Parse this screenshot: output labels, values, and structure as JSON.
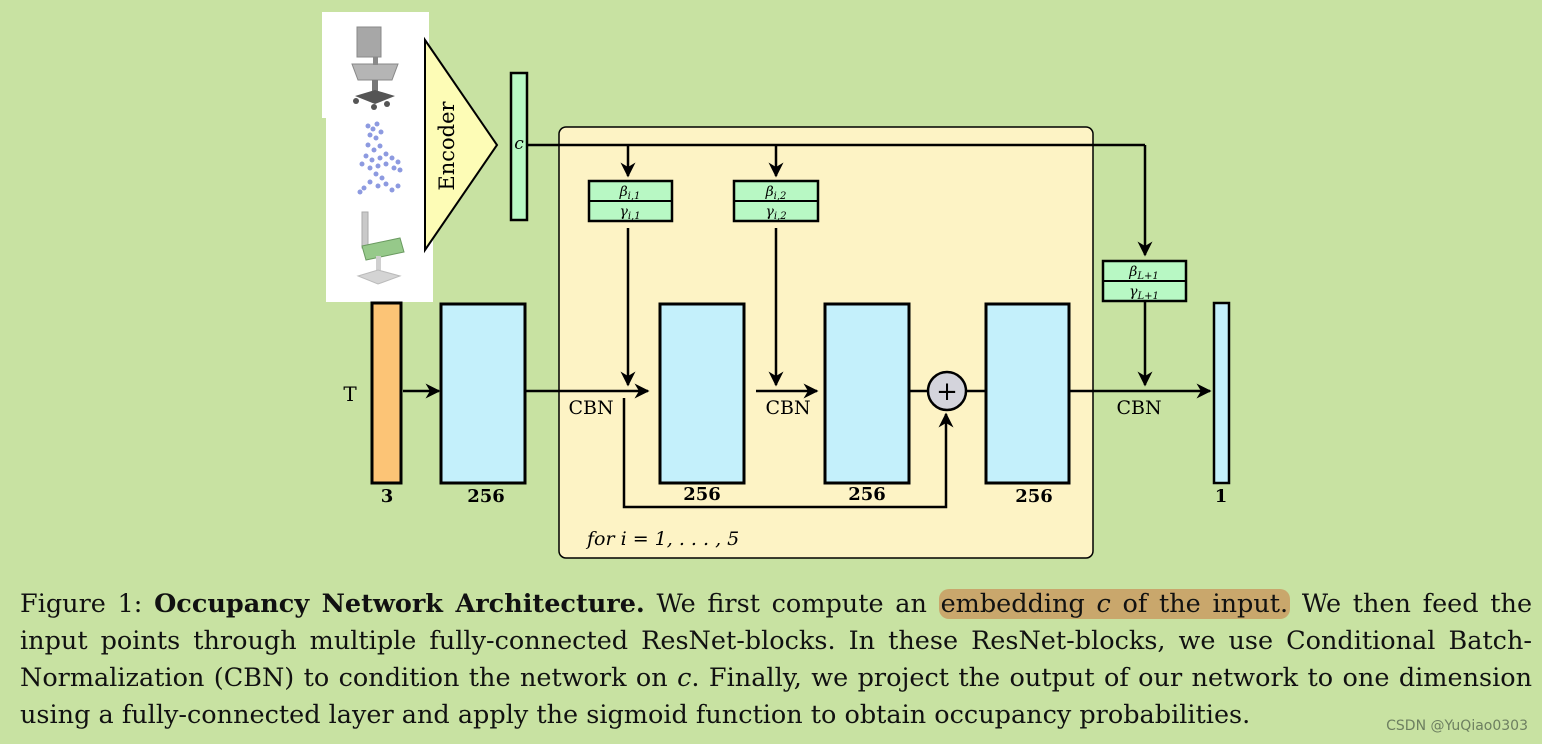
{
  "diagram": {
    "encoder_label": "Encoder",
    "embedding_label": "c",
    "input_label": "T",
    "loop_label": "for i = 1, . . . , 5",
    "cbn_label": "CBN",
    "layer_sizes": {
      "input": "3",
      "fc_first": "256",
      "resnet_a": "256",
      "resnet_b": "256",
      "fc_last": "256",
      "output": "1"
    },
    "cbn_blocks": [
      {
        "beta": "β",
        "beta_sub": "i,1",
        "gamma": "γ",
        "gamma_sub": "i,1"
      },
      {
        "beta": "β",
        "beta_sub": "i,2",
        "gamma": "γ",
        "gamma_sub": "i,2"
      },
      {
        "beta": "β",
        "beta_sub": "L+1",
        "gamma": "γ",
        "gamma_sub": "L+1"
      }
    ],
    "sum_symbol": "+",
    "colors": {
      "background": "#c8e2a2",
      "resnet_panel": "#fdf3c5",
      "layer_fill": "#c4f0fb",
      "input_fill": "#fcc476",
      "cbn_fill": "#b8f8c4",
      "encoder_fill": "#fdfcb6",
      "sum_fill": "#d4d4dc"
    }
  },
  "caption": {
    "figure_label": "Figure 1: ",
    "title": "Occupancy Network Architecture.",
    "text_1": " We first compute an ",
    "highlight_1": "embedding ",
    "highlight_var": "c",
    "highlight_2": " of the input.",
    "text_2": " We then feed the input points through multiple fully-connected ResNet-blocks. In these ResNet-blocks, we use Conditional Batch-Normalization (CBN) to condition the network on ",
    "var_c": "c",
    "text_3": ". Finally, we project the output of our network to one dimension using a fully-connected layer and apply the sigmoid function to obtain occupancy probabilities."
  },
  "watermark": "CSDN @YuQiao0303"
}
